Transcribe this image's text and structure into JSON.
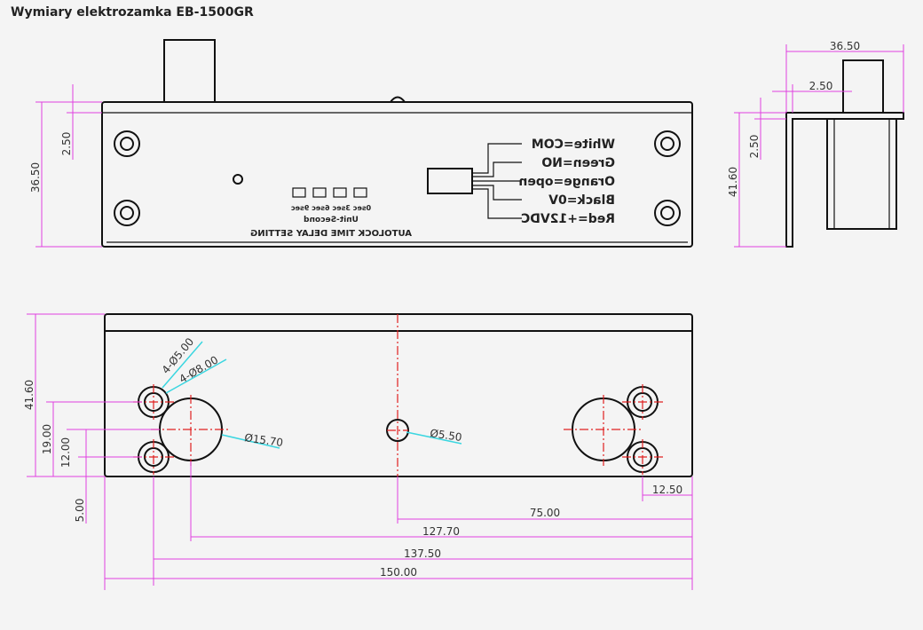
{
  "title": "Wymiary elektrozamka EB-1500GR",
  "front_view": {
    "dims": {
      "height": "36.50",
      "rail": "2.50"
    },
    "wires": [
      "White=COM",
      "Green=NO",
      "Orange=open",
      "Black=0V",
      "Red=+12VDC"
    ],
    "delay_options": "0sec 3sec 6sec 9sec",
    "unit": "Unit-Second",
    "delay_label": "AUTOLOCK TIME DELAY SETTING"
  },
  "side_view": {
    "dims": {
      "width": "36.50",
      "thickness": "2.50",
      "height": "41.60",
      "rail": "2.50"
    }
  },
  "bottom_view": {
    "dims": {
      "height": "41.60",
      "d19": "19.00",
      "d12": "12.00",
      "d5": "5.00",
      "hole_small": "4-Ø5.00",
      "hole_counter": "4-Ø8.00",
      "big_hole": "Ø15.70",
      "center_hole": "Ø5.50",
      "edge": "12.50",
      "d75": "75.00",
      "d127": "127.70",
      "d137": "137.50",
      "d150": "150.00"
    }
  }
}
